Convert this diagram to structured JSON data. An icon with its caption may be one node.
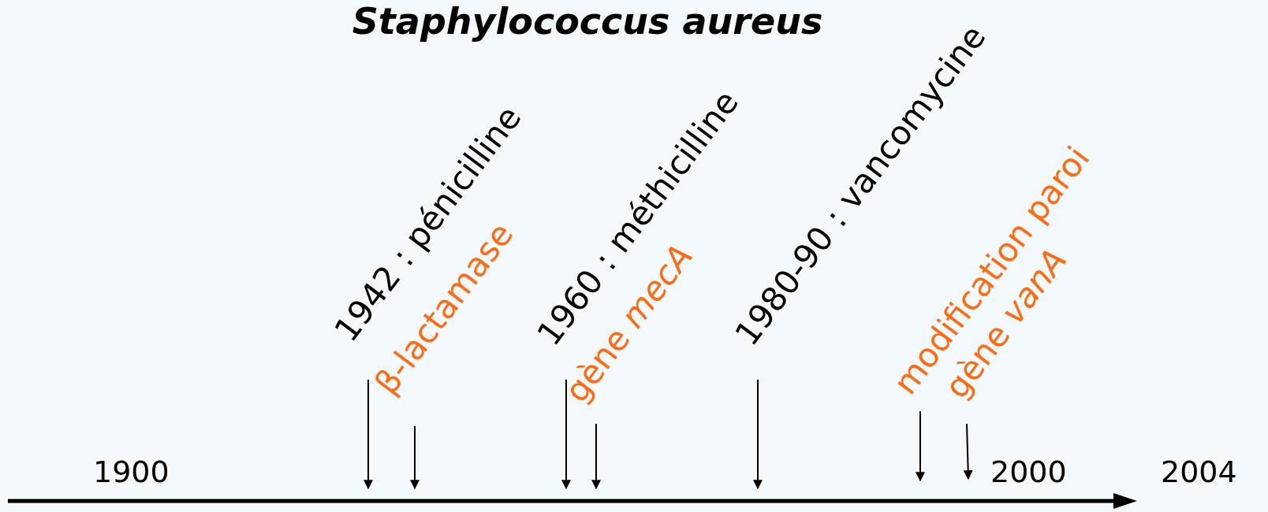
{
  "diagram": {
    "title": "Staphylococcus aureus",
    "nodes": [
      {
        "text": [
          "1942 : pénicilline"
        ]
      },
      {
        "text": [
          "β-lactamase"
        ]
      },
      {
        "text": [
          "1960 : méthicilline"
        ]
      },
      {
        "text": [
          "gène *mecA*"
        ]
      },
      {
        "text": [
          "1980-90 : vancomycine"
        ]
      },
      {
        "text": [
          "modification paroi"
        ]
      },
      {
        "text": [
          "gène *vanA*"
        ]
      }
    ],
    "edges": [
      {
        "from": 0,
        "to": null,
        "arrow": "to"
      },
      {
        "from": 1,
        "to": null,
        "arrow": "to",
        "color": "#000000"
      },
      {
        "from": 2,
        "to": null,
        "arrow": "to"
      },
      {
        "from": 3,
        "to": null,
        "arrow": "to"
      },
      {
        "from": 4,
        "to": null,
        "arrow": "to"
      },
      {
        "from": 5,
        "to": null,
        "arrow": "to"
      },
      {
        "from": 6,
        "to": null,
        "arrow": "to"
      }
    ],
    "labels": [
      "1900",
      "2000",
      "2004"
    ]
  }
}
